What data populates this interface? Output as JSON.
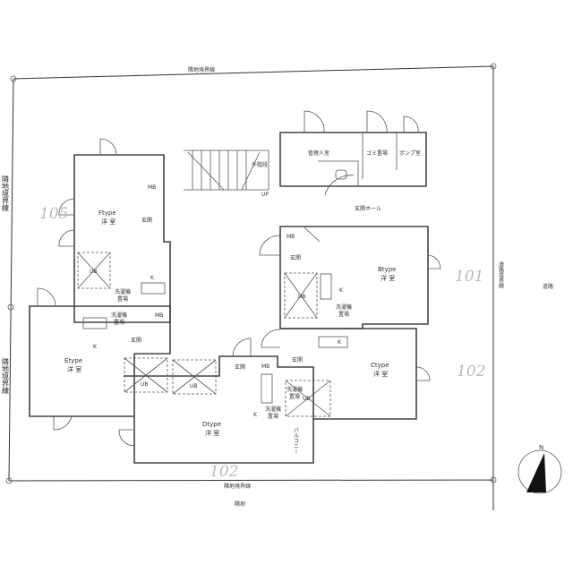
{
  "boundary": {
    "top": "隣地境界線",
    "bottom": "隣地境界線",
    "left_upper": "隣地境界線",
    "left_lower": "隣地境界線",
    "right": "道路境界線",
    "road": "道路",
    "neighbor_bottom": "隣地"
  },
  "units": {
    "F": {
      "type": "Ftype",
      "room": "洋 室"
    },
    "E": {
      "type": "Etype",
      "room": "洋 室"
    },
    "D": {
      "type": "Dtype",
      "room": "洋 室"
    },
    "B": {
      "type": "Btype",
      "room": "洋 室"
    },
    "C": {
      "type": "Ctype",
      "room": "洋 室"
    }
  },
  "common": {
    "manager": "管理人室",
    "garbage": "ゴミ置場",
    "pump": "ポンプ室",
    "stairs": "外階段",
    "up": "UP",
    "hall": "玄関ホール",
    "balcony": "バルコニー"
  },
  "fixtures": {
    "entrance": "玄関",
    "mb": "MB",
    "ub": "UB",
    "laundry_1": "洗濯機",
    "laundry_2": "置場",
    "kitchen": "K"
  },
  "handwritten": [
    "105",
    "101",
    "102",
    "102"
  ],
  "compass": {
    "north": "N"
  }
}
